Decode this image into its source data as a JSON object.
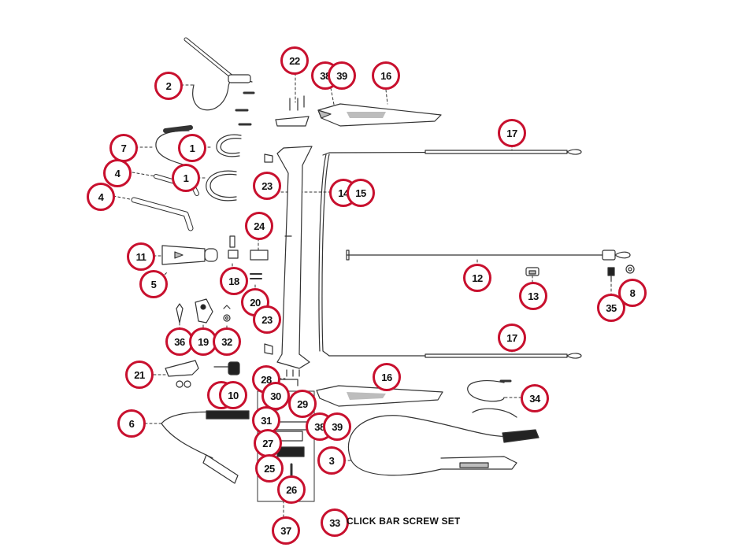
{
  "diagram": {
    "kind": "exploded parts diagram",
    "callout_color": "#c8102e",
    "line_color": "#333333",
    "part_fill": "#ffffff",
    "shade_color": "#bdbdbd",
    "dark_color": "#222222",
    "caption": "CLICK BAR SCREW SET",
    "callouts": [
      {
        "id": "c2",
        "label": "2"
      },
      {
        "id": "c22",
        "label": "22"
      },
      {
        "id": "c38a",
        "label": "38"
      },
      {
        "id": "c39a",
        "label": "39"
      },
      {
        "id": "c16a",
        "label": "16"
      },
      {
        "id": "c17a",
        "label": "17"
      },
      {
        "id": "c7",
        "label": "7"
      },
      {
        "id": "c1a",
        "label": "1"
      },
      {
        "id": "c4a",
        "label": "4"
      },
      {
        "id": "c1b",
        "label": "1"
      },
      {
        "id": "c23a",
        "label": "23"
      },
      {
        "id": "c14",
        "label": "14"
      },
      {
        "id": "c15",
        "label": "15"
      },
      {
        "id": "c4b",
        "label": "4"
      },
      {
        "id": "c24",
        "label": "24"
      },
      {
        "id": "c11",
        "label": "11"
      },
      {
        "id": "c12",
        "label": "12"
      },
      {
        "id": "c18",
        "label": "18"
      },
      {
        "id": "c5",
        "label": "5"
      },
      {
        "id": "c13",
        "label": "13"
      },
      {
        "id": "c35",
        "label": "35"
      },
      {
        "id": "c8",
        "label": "8"
      },
      {
        "id": "c20",
        "label": "20"
      },
      {
        "id": "c23b",
        "label": "23"
      },
      {
        "id": "c36",
        "label": "36"
      },
      {
        "id": "c19",
        "label": "19"
      },
      {
        "id": "c32",
        "label": "32"
      },
      {
        "id": "c17b",
        "label": "17"
      },
      {
        "id": "c21",
        "label": "21"
      },
      {
        "id": "c28",
        "label": "28"
      },
      {
        "id": "c16b",
        "label": "16"
      },
      {
        "id": "c30",
        "label": "30"
      },
      {
        "id": "c9",
        "label": "9"
      },
      {
        "id": "c10",
        "label": "10"
      },
      {
        "id": "c29",
        "label": "29"
      },
      {
        "id": "c34",
        "label": "34"
      },
      {
        "id": "c6",
        "label": "6"
      },
      {
        "id": "c31",
        "label": "31"
      },
      {
        "id": "c38b",
        "label": "38"
      },
      {
        "id": "c39b",
        "label": "39"
      },
      {
        "id": "c27",
        "label": "27"
      },
      {
        "id": "c3",
        "label": "3"
      },
      {
        "id": "c25",
        "label": "25"
      },
      {
        "id": "c26",
        "label": "26"
      },
      {
        "id": "c37",
        "label": "37"
      },
      {
        "id": "c33",
        "label": "33"
      }
    ]
  }
}
